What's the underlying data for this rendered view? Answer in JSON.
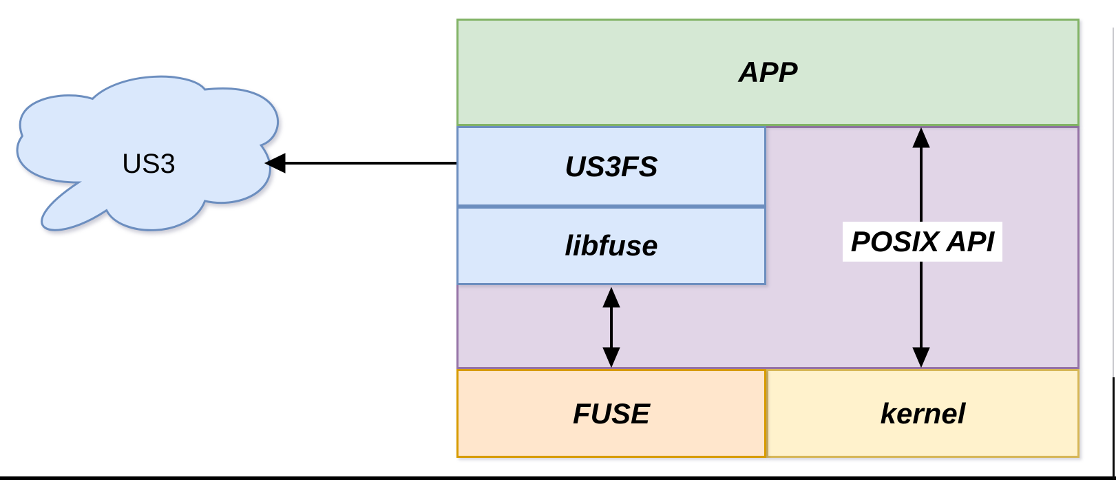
{
  "diagram": {
    "cloud": {
      "label": "US3"
    },
    "layers": {
      "app": {
        "label": "APP"
      },
      "us3fs": {
        "label": "US3FS"
      },
      "libfuse": {
        "label": "libfuse"
      },
      "fuse": {
        "label": "FUSE"
      },
      "kernel": {
        "label": "kernel"
      }
    },
    "annotations": {
      "posix_api": {
        "label": "POSIX API"
      }
    }
  },
  "colors": {
    "green_fill": "#d5e8d4",
    "green_stroke": "#82b366",
    "blue_fill": "#dae8fc",
    "blue_stroke": "#6c8ebf",
    "purple_fill": "#e1d5e7",
    "purple_stroke": "#9673a6",
    "orange_fill": "#ffe6cc",
    "orange_stroke": "#d79b00",
    "yellow_fill": "#fff2cc",
    "yellow_stroke": "#d6b656",
    "arrow": "#000000",
    "cloud_fill": "#dae8fc",
    "cloud_stroke": "#6c8ebf"
  }
}
